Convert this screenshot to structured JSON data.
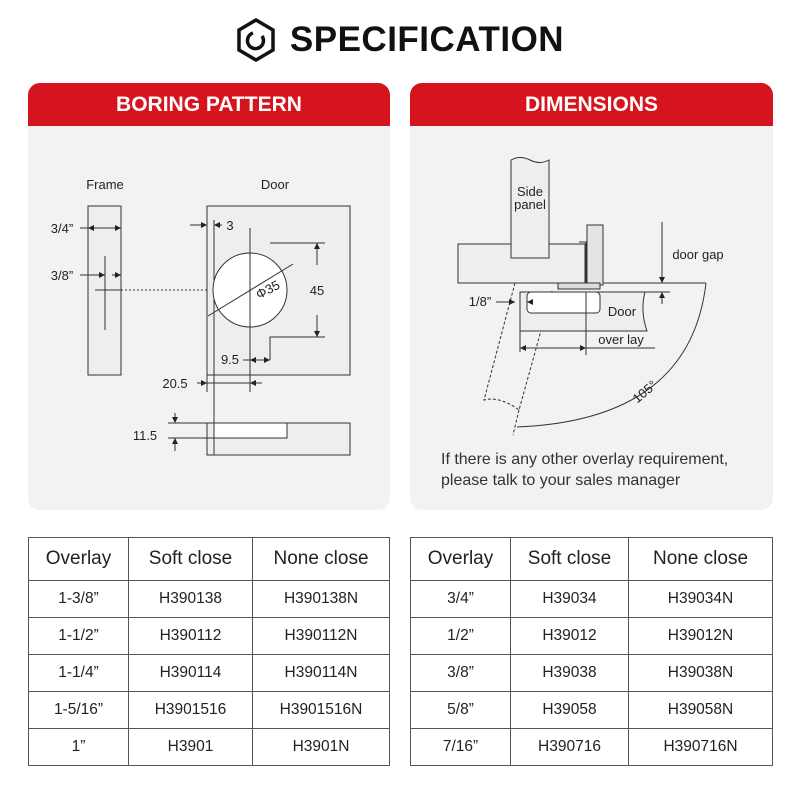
{
  "title": "SPECIFICATION",
  "boring": {
    "header": "BORING PATTERN",
    "frame": "Frame",
    "door": "Door",
    "d34": "3/4”",
    "d38": "3/8”",
    "d3": "3",
    "phi": "Φ35",
    "d45": "45",
    "d95": "9.5",
    "d205": "20.5",
    "d115": "11.5"
  },
  "dims": {
    "header": "DIMENSIONS",
    "side1": "Side",
    "side2": "panel",
    "doorgap": "door gap",
    "eighth": "1/8”",
    "door": "Door",
    "overlay": "over lay",
    "angle": "105°",
    "note1": "If there is any other overlay requirement,",
    "note2": "please talk to your sales manager"
  },
  "table_left": {
    "headers": [
      "Overlay",
      "Soft close",
      "None close"
    ],
    "rows": [
      [
        "1-3/8”",
        "H390138",
        "H390138N"
      ],
      [
        "1-1/2”",
        "H390112",
        "H390112N"
      ],
      [
        "1-1/4”",
        "H390114",
        "H390114N"
      ],
      [
        "1-5/16”",
        "H3901516",
        "H3901516N"
      ],
      [
        "1”",
        "H3901",
        "H3901N"
      ]
    ]
  },
  "table_right": {
    "headers": [
      "Overlay",
      "Soft close",
      "None close"
    ],
    "rows": [
      [
        "3/4”",
        "H39034",
        "H39034N"
      ],
      [
        "1/2”",
        "H39012",
        "H39012N"
      ],
      [
        "3/8”",
        "H39038",
        "H39038N"
      ],
      [
        "5/8”",
        "H39058",
        "H39058N"
      ],
      [
        "7/16”",
        "H390716",
        "H390716N"
      ]
    ]
  },
  "colors": {
    "accent": "#d6141f",
    "panel": "#f2f2f2"
  }
}
